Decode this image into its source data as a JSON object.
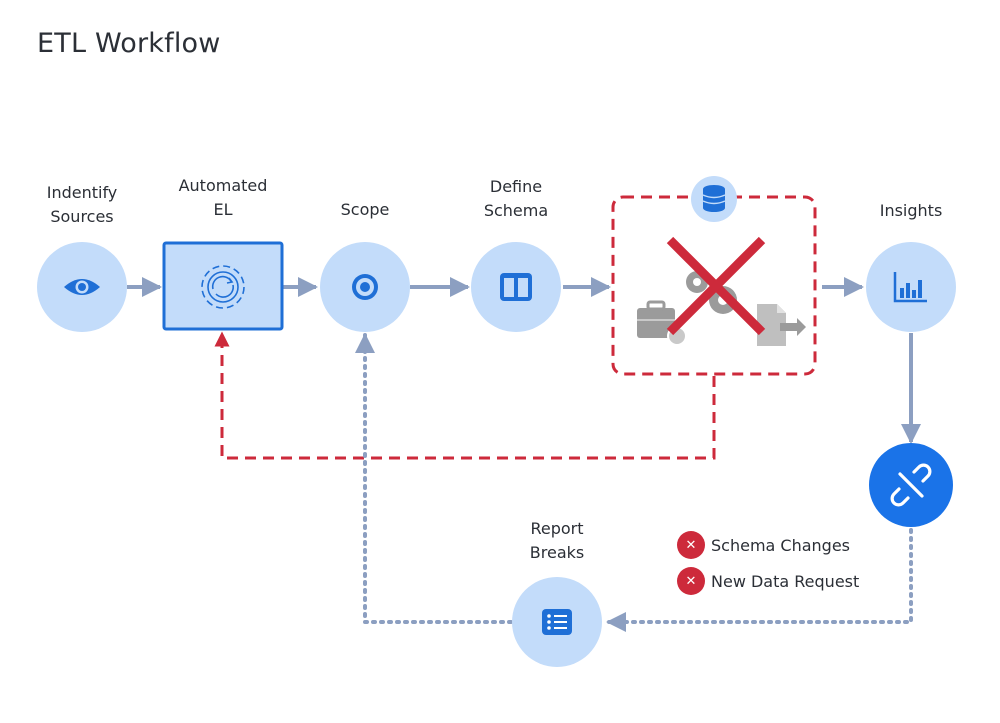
{
  "title": "ETL Workflow",
  "nodes": {
    "identify": {
      "label": "Indentify\nSources",
      "icon": "eye-icon"
    },
    "automated": {
      "label": "Automated\nEL",
      "icon": "gear-refresh-icon"
    },
    "scope": {
      "label": "Scope",
      "icon": "target-icon"
    },
    "schema": {
      "label": "Define\nSchema",
      "icon": "columns-icon"
    },
    "transform": {
      "icon": "database-icon",
      "status": "crossed-out"
    },
    "insights": {
      "label": "Insights",
      "icon": "bar-chart-icon"
    },
    "broken": {
      "icon": "broken-link-icon"
    },
    "report": {
      "label": "Report\nBreaks",
      "icon": "list-icon"
    }
  },
  "legend": [
    {
      "label": "Schema Changes",
      "icon": "x-icon"
    },
    {
      "label": "New Data Request",
      "icon": "x-icon"
    }
  ],
  "colors": {
    "node_fill": "#c3dcfa",
    "icon_blue": "#1f6fd6",
    "arrow_gray": "#8c9fc1",
    "alert_red": "#cd2a3b",
    "gray_icon": "#9b9b9b",
    "broken_fill": "#1a73e8"
  }
}
